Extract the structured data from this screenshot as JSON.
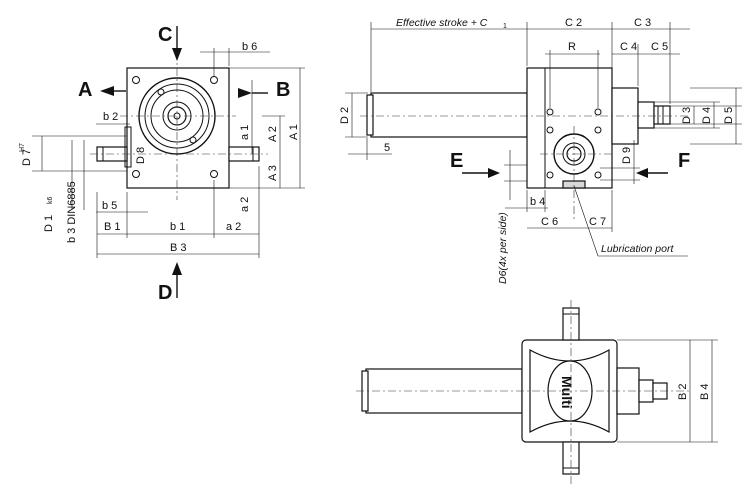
{
  "views": {
    "a": "A",
    "b": "B",
    "c": "C",
    "d": "D",
    "e": "E",
    "f": "F"
  },
  "front_view": {
    "b6": "b 6",
    "b2": "b 2",
    "b5": "b 5",
    "d7": "D 7",
    "d7_tol": "H7",
    "d8": "D 8",
    "d1": "D 1",
    "d1_tol": "k6",
    "b3": "b 3 DIN6885",
    "a1": "a 1",
    "a2_left": "A 2",
    "a1_right": "A 1",
    "a3": "A 3",
    "a2_small": "a 2",
    "bb1": "B 1",
    "b1": "b 1",
    "a2_bottom": "a 2",
    "bb3": "B 3"
  },
  "side_view": {
    "stroke_label": "Effective stroke + C",
    "stroke_sub": "1",
    "c2": "C 2",
    "c3": "C 3",
    "c4": "C 4",
    "c5": "C 5",
    "r": "R",
    "d2": "D 2",
    "dim5": "5",
    "d3": "D 3",
    "d4": "D 4",
    "d5": "D 5",
    "d9": "D 9",
    "b4": "b 4",
    "c6": "C 6",
    "c7": "C 7",
    "d6": "D6(4x per side)",
    "lubrication": "Lubrication port"
  },
  "bottom_view": {
    "logo": "Multi",
    "b2": "B 2",
    "b4": "B 4"
  }
}
